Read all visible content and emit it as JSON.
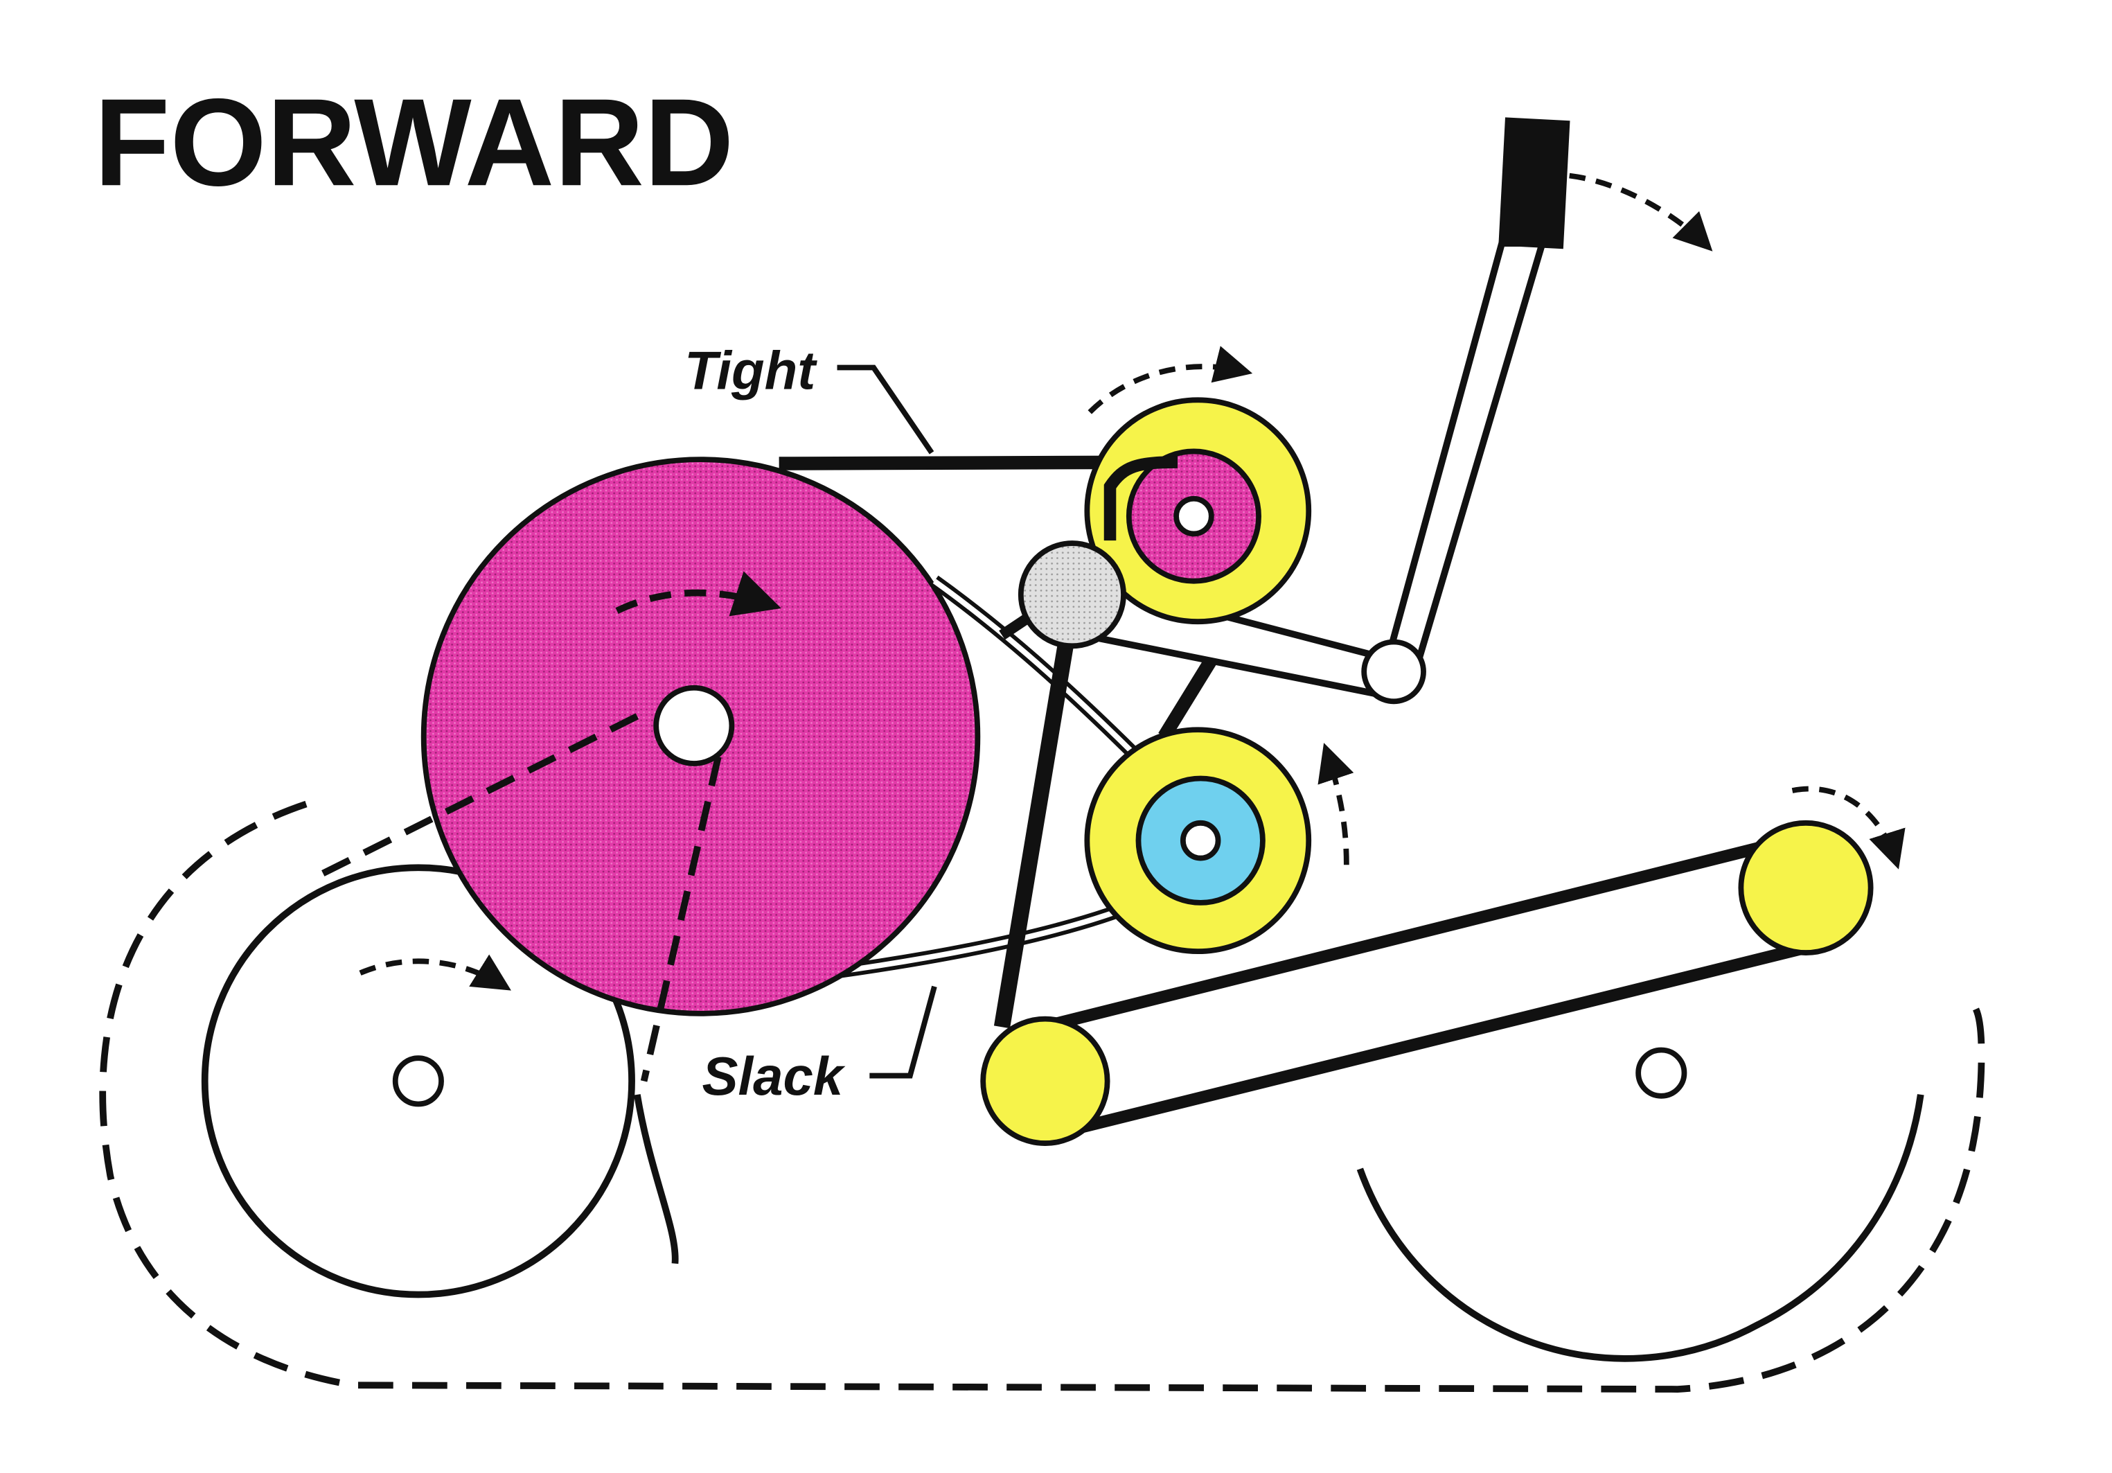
{
  "title": "FORWARD",
  "labels": {
    "tight": "Tight",
    "slack": "Slack"
  },
  "colors": {
    "drive_pulley": "#e23aa8",
    "small_pulley_hub": "#e23aa8",
    "idler_yellow": "#f6f34a",
    "reverse_hub": "#6fd0ee",
    "tension_idler": "#d8d8d8",
    "outline": "#111111",
    "background": "#ffffff"
  },
  "components": {
    "drive_pulley": "drive-pulley",
    "upper_idler": "upper-idler-pulley",
    "lower_idler": "lower-idler-pulley",
    "tension_idler": "tension-idler",
    "control_lever": "control-lever",
    "front_wheel": "front-wheel",
    "rear_wheel": "rear-wheel",
    "track": "track-outline"
  }
}
